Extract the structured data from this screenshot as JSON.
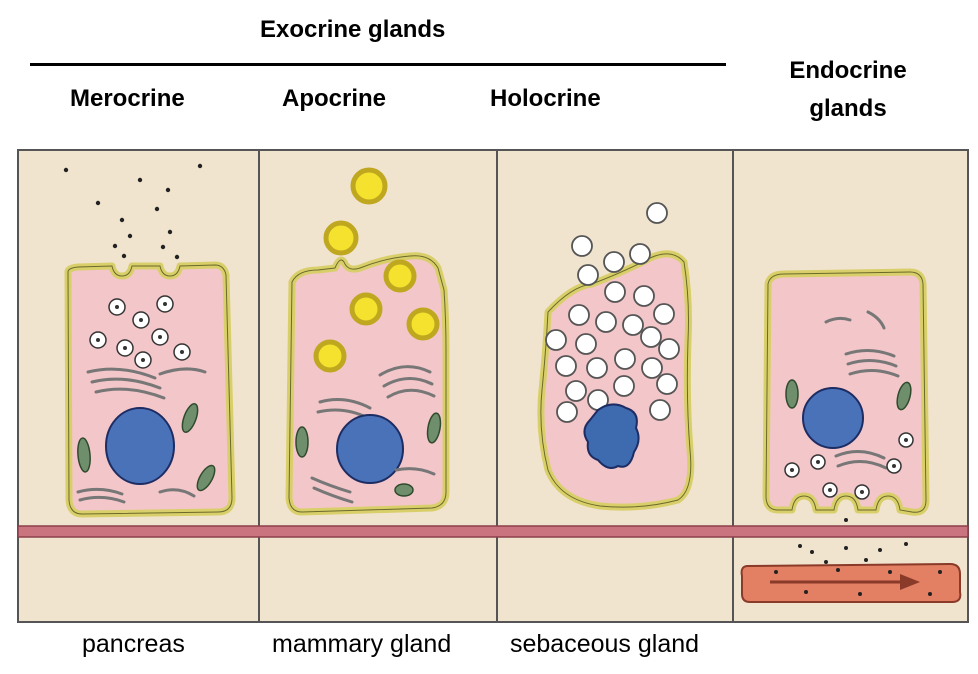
{
  "headers": {
    "exocrine": "Exocrine glands",
    "merocrine": "Merocrine",
    "apocrine": "Apocrine",
    "holocrine": "Holocrine",
    "endocrine": "Endocrine glands"
  },
  "captions": {
    "merocrine": "pancreas",
    "apocrine": "mammary gland",
    "holocrine": "sebaceous gland"
  },
  "colors": {
    "background": "#f1e4cf",
    "cytoplasm": "#f3c6c9",
    "membrane": "#d8cf6a",
    "nucleus": "#4a72b9",
    "granule_yellow": "#f4e22e",
    "mitochondria": "#6f8f6c",
    "basement": "#c9747e",
    "blood_vessel": "#e37f63"
  }
}
